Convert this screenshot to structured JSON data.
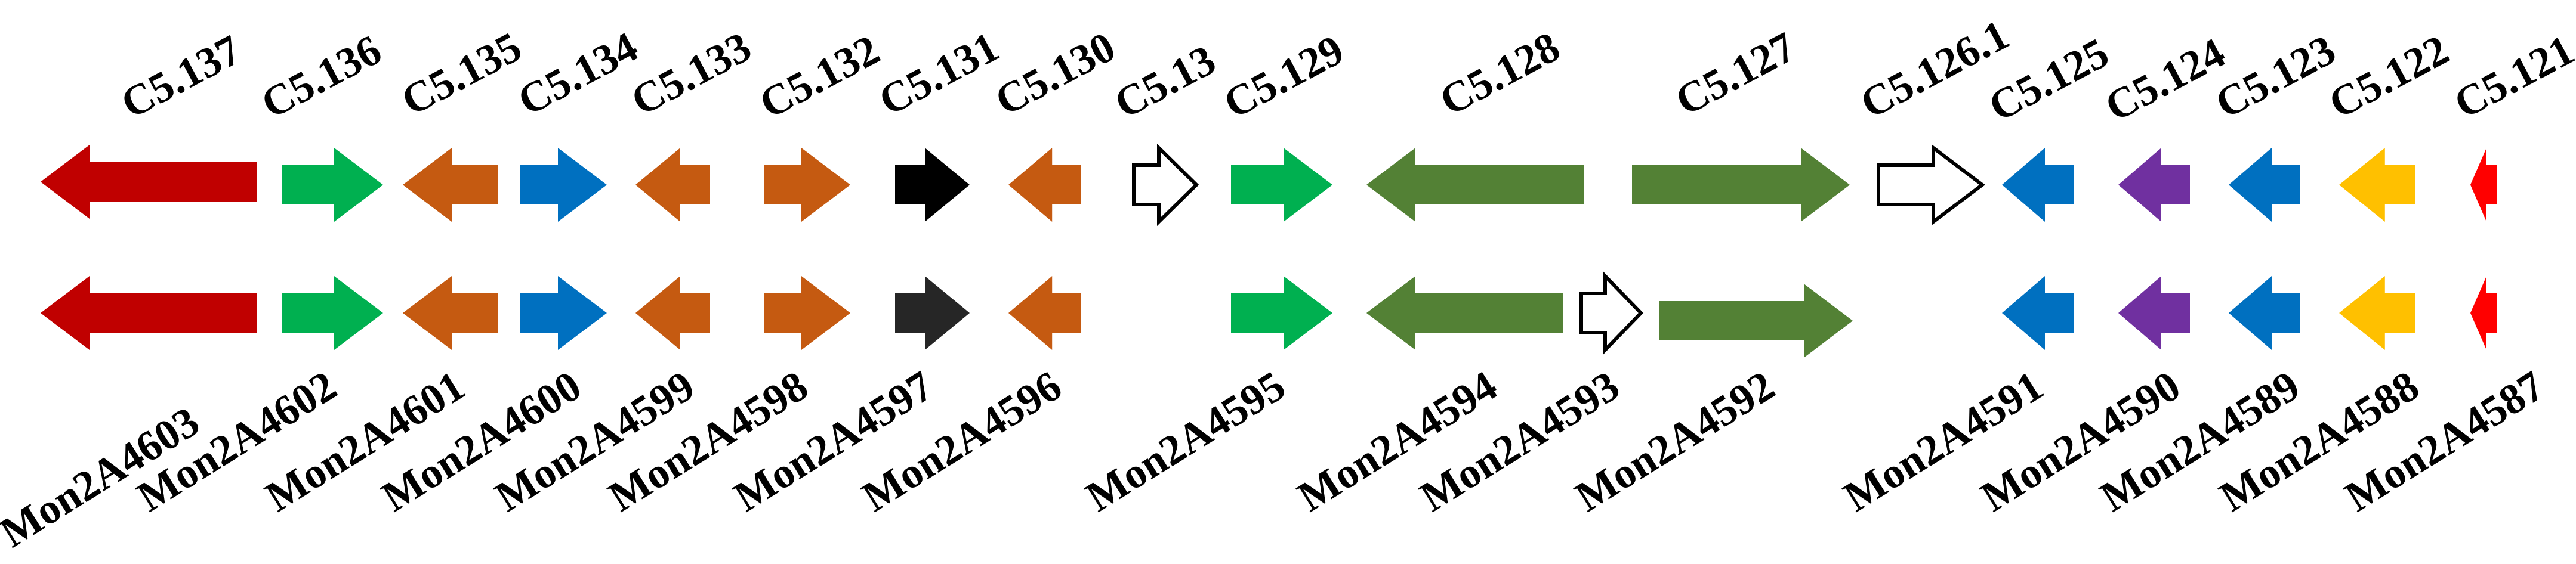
{
  "colors": {
    "dark_red": "#c00000",
    "green": "#00b050",
    "orange": "#c55a11",
    "blue": "#0070c0",
    "black": "#000000",
    "dark_gray": "#262626",
    "olive_green": "#538135",
    "purple": "#7030a0",
    "gold": "#ffc000",
    "red": "#ff0000",
    "outline": "#000000",
    "white": "#ffffff"
  },
  "top_row": [
    {
      "label": "C5.137",
      "dir": "left",
      "color": "dark_red",
      "hollow": false
    },
    {
      "label": "C5.136",
      "dir": "right",
      "color": "green",
      "hollow": false
    },
    {
      "label": "C5.135",
      "dir": "left",
      "color": "orange",
      "hollow": false
    },
    {
      "label": "C5.134",
      "dir": "right",
      "color": "blue",
      "hollow": false
    },
    {
      "label": "C5.133",
      "dir": "left",
      "color": "orange",
      "hollow": false
    },
    {
      "label": "C5.132",
      "dir": "right",
      "color": "orange",
      "hollow": false
    },
    {
      "label": "C5.131",
      "dir": "right",
      "color": "black",
      "hollow": false
    },
    {
      "label": "C5.130",
      "dir": "left",
      "color": "orange",
      "hollow": false
    },
    {
      "label": "C5.13",
      "dir": "right",
      "color": "white",
      "hollow": true
    },
    {
      "label": "C5.129",
      "dir": "right",
      "color": "green",
      "hollow": false
    },
    {
      "label": "C5.128",
      "dir": "left",
      "color": "olive_green",
      "hollow": false
    },
    {
      "label": "C5.127",
      "dir": "right",
      "color": "olive_green",
      "hollow": false
    },
    {
      "label": "C5.126.1",
      "dir": "right",
      "color": "white",
      "hollow": true
    },
    {
      "label": "C5.125",
      "dir": "left",
      "color": "blue",
      "hollow": false
    },
    {
      "label": "C5.124",
      "dir": "left",
      "color": "purple",
      "hollow": false
    },
    {
      "label": "C5.123",
      "dir": "left",
      "color": "blue",
      "hollow": false
    },
    {
      "label": "C5.122",
      "dir": "left",
      "color": "gold",
      "hollow": false
    },
    {
      "label": "C5.121",
      "dir": "left",
      "color": "red",
      "hollow": false
    }
  ],
  "bottom_row": [
    {
      "label": "Mon2A4603",
      "dir": "left",
      "color": "dark_red",
      "hollow": false
    },
    {
      "label": "Mon2A4602",
      "dir": "right",
      "color": "green",
      "hollow": false
    },
    {
      "label": "Mon2A4601",
      "dir": "left",
      "color": "orange",
      "hollow": false
    },
    {
      "label": "Mon2A4600",
      "dir": "right",
      "color": "blue",
      "hollow": false
    },
    {
      "label": "Mon2A4599",
      "dir": "left",
      "color": "orange",
      "hollow": false
    },
    {
      "label": "Mon2A4598",
      "dir": "right",
      "color": "orange",
      "hollow": false
    },
    {
      "label": "Mon2A4597",
      "dir": "right",
      "color": "dark_gray",
      "hollow": false
    },
    {
      "label": "Mon2A4596",
      "dir": "left",
      "color": "orange",
      "hollow": false
    },
    {
      "label": "Mon2A4595",
      "dir": "right",
      "color": "green",
      "hollow": false
    },
    {
      "label": "Mon2A4594",
      "dir": "left",
      "color": "olive_green",
      "hollow": false
    },
    {
      "label": "Mon2A4593",
      "dir": "right",
      "color": "white",
      "hollow": true
    },
    {
      "label": "Mon2A4592",
      "dir": "right",
      "color": "olive_green",
      "hollow": false
    },
    {
      "label": "Mon2A4591",
      "dir": "left",
      "color": "blue",
      "hollow": false
    },
    {
      "label": "Mon2A4590",
      "dir": "left",
      "color": "purple",
      "hollow": false
    },
    {
      "label": "Mon2A4589",
      "dir": "left",
      "color": "blue",
      "hollow": false
    },
    {
      "label": "Mon2A4588",
      "dir": "left",
      "color": "gold",
      "hollow": false
    },
    {
      "label": "Mon2A4587",
      "dir": "left",
      "color": "red",
      "hollow": false
    }
  ]
}
